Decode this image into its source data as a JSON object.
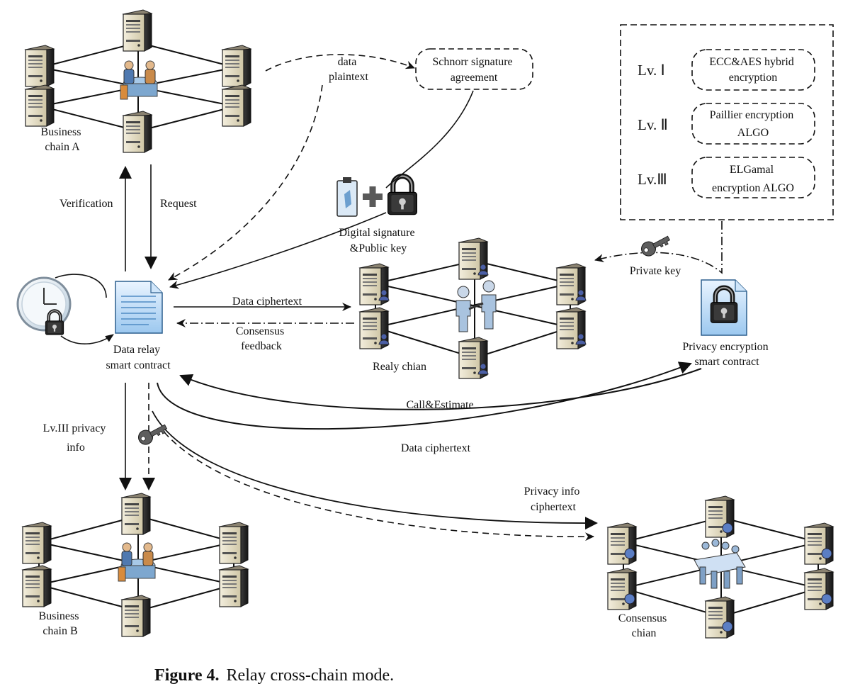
{
  "figure": {
    "caption_label": "Figure 4.",
    "caption_text": "Relay cross-chain mode."
  },
  "chains": {
    "business_a": [
      "Business",
      "chain A"
    ],
    "business_b": [
      "Business",
      "chain B"
    ],
    "relay": [
      "Realy chian"
    ],
    "consensus": [
      "Consensus",
      "chian"
    ]
  },
  "nodes": {
    "data_relay": [
      "Data relay",
      "smart contract"
    ],
    "privacy_contract": [
      "Privacy encryption",
      "smart contract"
    ],
    "digital_signature": [
      "Digital signature",
      "&Public key"
    ],
    "schnorr": [
      "Schnorr signature",
      "agreement"
    ],
    "private_key": [
      "Private key"
    ]
  },
  "arrows": {
    "verification": [
      "Verification"
    ],
    "request": [
      "Request"
    ],
    "data_plaintext": [
      "data",
      "plaintext"
    ],
    "data_ciphertext_relay": [
      "Data ciphertext"
    ],
    "consensus_feedback": [
      "Consensus",
      "feedback"
    ],
    "call_estimate": [
      "Call&Estimate"
    ],
    "data_ciphertext_privacy": [
      "Data ciphertext"
    ],
    "lv3_privacy_info": [
      "Lv.III privacy",
      "info"
    ],
    "privacy_info_ciphertext": [
      "Privacy info",
      "ciphertext"
    ]
  },
  "levels": [
    {
      "level": "Lv. Ⅰ",
      "algo": [
        "ECC&AES hybrid",
        "encryption"
      ]
    },
    {
      "level": "Lv. Ⅱ",
      "algo": [
        "Paillier encryption",
        "ALGO"
      ]
    },
    {
      "level": "Lv.Ⅲ",
      "algo": [
        "ELGamal",
        "encryption ALGO"
      ]
    }
  ]
}
